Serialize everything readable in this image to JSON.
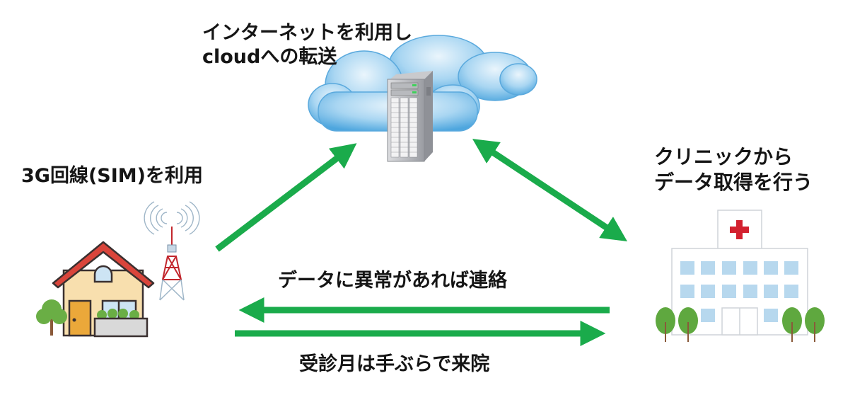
{
  "labels": {
    "cloud_line1": "インターネットを利用し",
    "cloud_line2": "cloudへの転送",
    "network": "3G回線(SIM)を利用",
    "clinic_line1": "クリニックから",
    "clinic_line2": "データ取得を行う",
    "abnormal_contact": "データに異常があれば連絡",
    "visit": "受診月は手ぶらで来院"
  },
  "nodes": [
    {
      "id": "home",
      "name": "自宅",
      "icon": "house-icon"
    },
    {
      "id": "tower",
      "name": "3G基地局",
      "icon": "cell-tower-icon"
    },
    {
      "id": "cloud",
      "name": "cloud server",
      "icon": "cloud-server-icon"
    },
    {
      "id": "clinic",
      "name": "クリニック",
      "icon": "hospital-icon"
    }
  ],
  "edges": [
    {
      "from": "home",
      "to": "cloud",
      "direction": "forward"
    },
    {
      "from": "cloud",
      "to": "clinic",
      "direction": "both"
    },
    {
      "from": "clinic",
      "to": "home",
      "direction": "forward",
      "label_ref": "abnormal_contact"
    },
    {
      "from": "home",
      "to": "clinic",
      "direction": "forward",
      "label_ref": "visit"
    }
  ],
  "colors": {
    "arrow": "#1aab4b",
    "roof": "#d9453b",
    "cross": "#d3212f",
    "window": "#b7d8ee",
    "tree": "#5fa83f",
    "cloud": "#6cb7e6"
  }
}
